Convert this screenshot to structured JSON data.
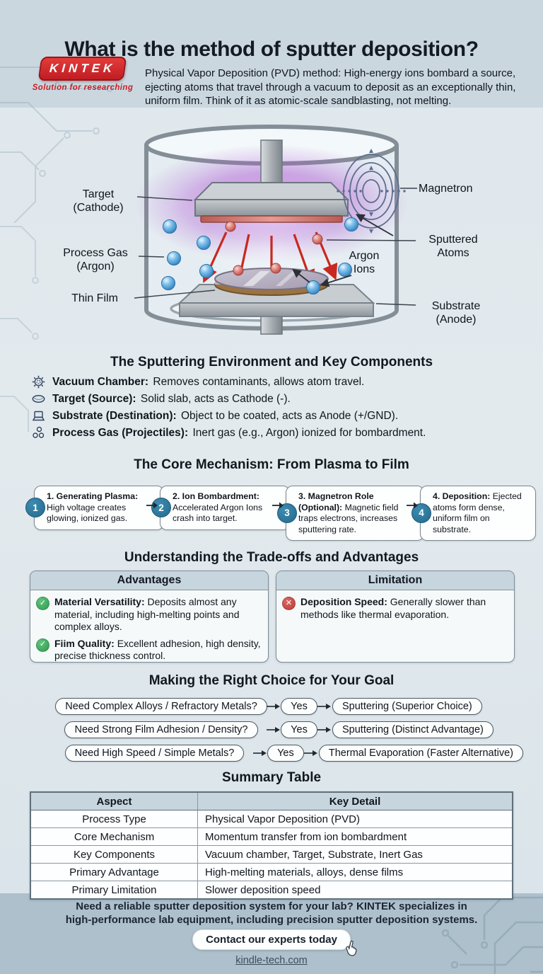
{
  "page_title": "What is the method of sputter deposition?",
  "header": {
    "logo_name": "KINTEK",
    "logo_tagline": "Solution for researching",
    "intro": "Physical Vapor Deposition (PVD) method: High-energy ions bombard a source, ejecting atoms that travel through a vacuum to deposit as an exceptionally thin, uniform film. Think of it as atomic-scale sandblasting, not melting."
  },
  "diagram": {
    "labels": {
      "target_l1": "Target",
      "target_l2": "(Cathode)",
      "gas_l1": "Process Gas",
      "gas_l2": "(Argon)",
      "thin_film": "Thin Film",
      "magnetron": "Magnetron",
      "sputtered_l1": "Sputtered",
      "sputtered_l2": "Atoms",
      "argon_l1": "Argon",
      "argon_l2": "Ions",
      "substrate_l1": "Substrate",
      "substrate_l2": "(Anode)"
    },
    "colors": {
      "glow_purple": "#ad52d2",
      "arrow_red": "#c8281f",
      "ion_blue": "#3a87c4",
      "atom_red": "#c05048"
    }
  },
  "components": {
    "heading": "The Sputtering Environment and Key Components",
    "items": [
      {
        "icon": "vacuum-chamber-icon",
        "label": "Vacuum Chamber:",
        "text": "Removes contaminants, allows atom travel."
      },
      {
        "icon": "target-disc-icon",
        "label": "Target (Source):",
        "text": "Solid slab, acts as Cathode (-)."
      },
      {
        "icon": "substrate-stage-icon",
        "label": "Substrate (Destination):",
        "text": "Object to be coated, acts as Anode (+/GND)."
      },
      {
        "icon": "gas-molecules-icon",
        "label": "Process Gas (Projectiles):",
        "text": "Inert gas (e.g., Argon) ionized for bombardment."
      }
    ]
  },
  "mechanism": {
    "heading": "The Core Mechanism: From Plasma to Film",
    "steps": [
      {
        "number": "1",
        "title": "1. Generating Plasma:",
        "text": "High voltage creates glowing, ionized gas."
      },
      {
        "number": "2",
        "title": "2. Ion Bombardment:",
        "text": "Accelerated Argon Ions crash into target."
      },
      {
        "number": "3",
        "title": "3. Magnetron Role (Optional):",
        "text": "Magnetic field traps electrons, increases sputtering rate."
      },
      {
        "number": "4",
        "title": "4. Deposition:",
        "text": "Ejected atoms form dense, uniform film on substrate."
      }
    ],
    "step_circle_color": "#2b7396"
  },
  "tradeoffs": {
    "heading": "Understanding the Trade-offs and Advantages",
    "advantages": {
      "title": "Advantages",
      "items": [
        {
          "icon": "check-icon",
          "label": "Material Versatility:",
          "text": "Deposits almost any material, including high-melting points and complex alloys."
        },
        {
          "icon": "check-icon",
          "label": "Fiim Quality:",
          "text": "Excellent adhesion, high density, precise thickness control."
        }
      ]
    },
    "limitation": {
      "title": "Limitation",
      "items": [
        {
          "icon": "cross-icon",
          "label": "Deposition Speed:",
          "text": "Generally slower than methods like thermal evaporation."
        }
      ]
    },
    "check_green": "#3fae5a",
    "cross_red": "#c4403c"
  },
  "choice": {
    "heading": "Making the Right Choice for Your Goal",
    "rows": [
      {
        "question": "Need Complex Alloys / Refractory Metals?",
        "answer": "Yes",
        "result": "Sputtering (Superior Choice)"
      },
      {
        "question": "Need Strong Film Adhesion / Density?",
        "answer": "Yes",
        "result": "Sputtering (Distinct Advantage)"
      },
      {
        "question": "Need High Speed / Simple Metals?",
        "answer": "Yes",
        "result": "Thermal Evaporation (Faster Alternative)"
      }
    ]
  },
  "summary": {
    "heading": "Summary Table",
    "columns": [
      "Aspect",
      "Key Detail"
    ],
    "rows": [
      [
        "Process Type",
        "Physical Vapor Deposition (PVD)"
      ],
      [
        "Core Mechanism",
        "Momentum transfer from ion bombardment"
      ],
      [
        "Key Components",
        "Vacuum chamber, Target, Substrate, Inert Gas"
      ],
      [
        "Primary Advantage",
        "High-melting materials, alloys, dense films"
      ],
      [
        "Primary Limitation",
        "Slower deposition speed"
      ]
    ]
  },
  "footer": {
    "line1": "Need a reliable sputter deposition system for your lab? KINTEK specializes in",
    "line2": "high-performance lab equipment, including precision sputter deposition systems.",
    "button": "Contact our experts today",
    "link": "kindle-tech.com"
  },
  "brand_red": "#d1202a"
}
